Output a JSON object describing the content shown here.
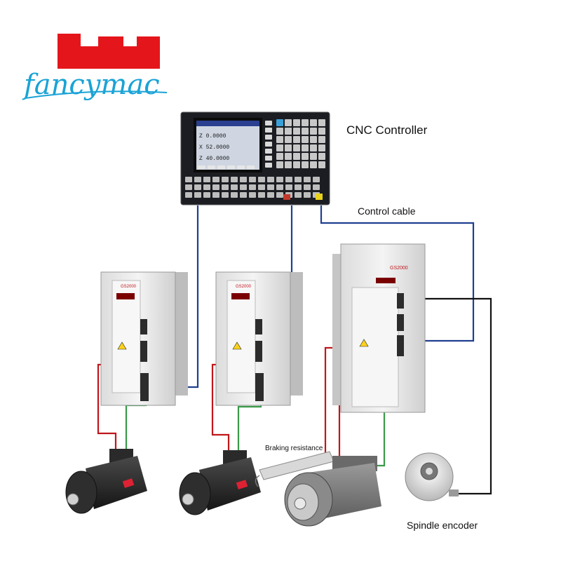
{
  "brand": {
    "logo_text": "fancymac",
    "logo_red": "#e4161b",
    "logo_blue": "#1aa3d6"
  },
  "labels": {
    "cnc_controller": "CNC Controller",
    "control_cable": "Control cable",
    "braking_resistance": "Braking resistance",
    "spindle_encoder": "Spindle encoder"
  },
  "controller": {
    "screen_rows": [
      "Z 0.0000",
      "X 52.0000",
      "Z 40.0000"
    ]
  },
  "drives": {
    "model_label": "GS2000",
    "big_model_label": "GS2000"
  },
  "wire_colors": {
    "signal": "#1f3f8f",
    "power": "#c0161b",
    "encoder": "#3a9a4a",
    "spindle_encoder": "#111111"
  }
}
